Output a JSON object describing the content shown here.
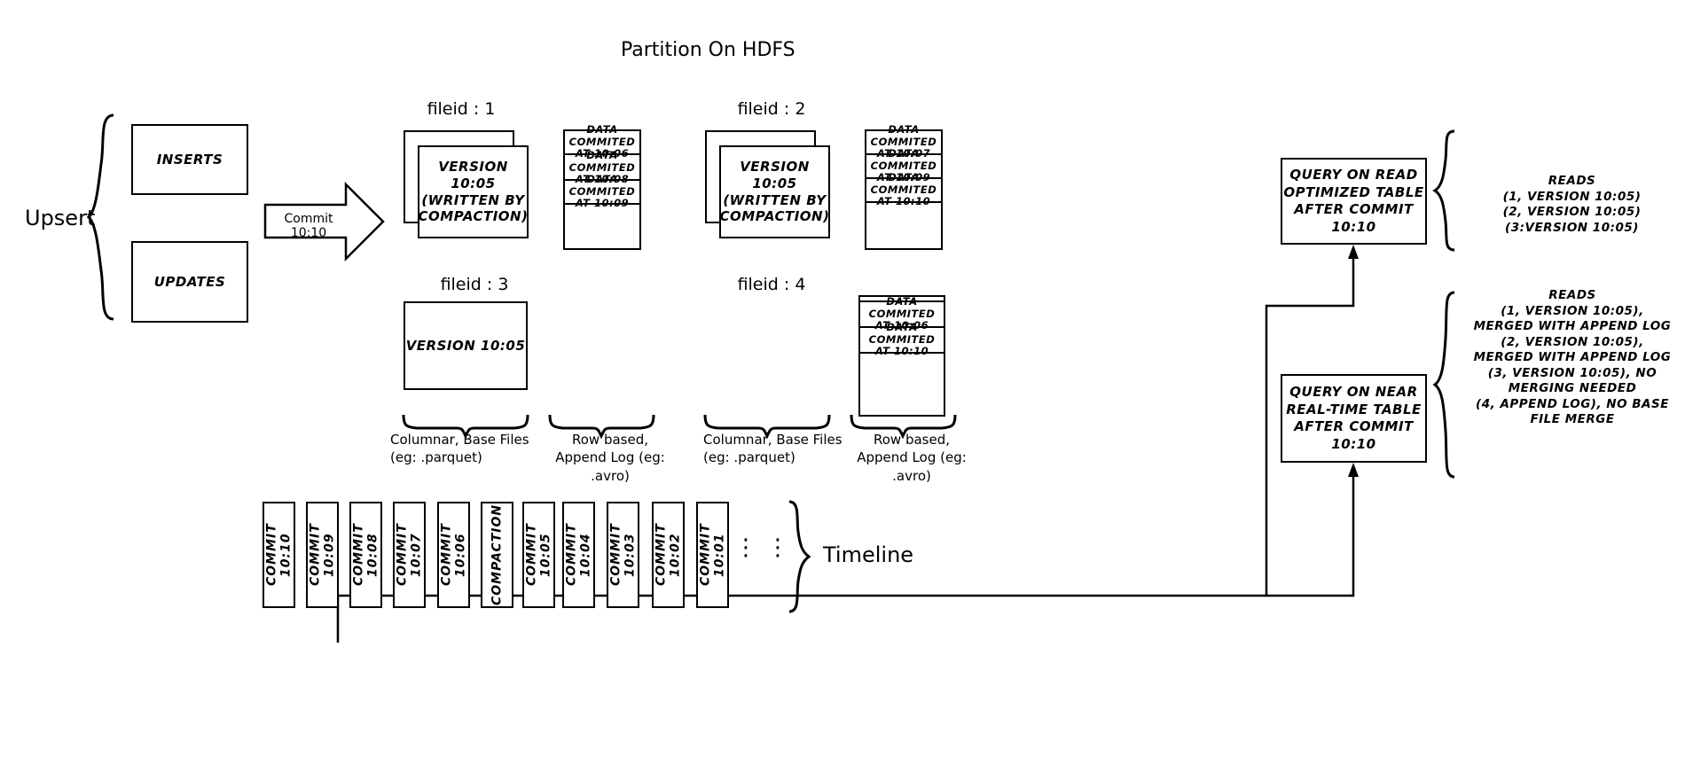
{
  "title": "Partition On HDFS",
  "left": {
    "upsert_label": "Upsert",
    "inserts_label": "INSERTS",
    "updates_label": "UPDATES",
    "commit_arrow_label": "Commit 10:10"
  },
  "fileids": [
    {
      "label": "fileid : 1",
      "base_text": "VERSION 10:05\n(WRITTEN BY\nCOMPACTION)",
      "stacked": true,
      "log_entries": [
        "DATA COMMITED\nAT 10:06",
        "DATA COMMITED\nAT 10:08",
        "DATA COMMITED\nAT 10:09"
      ]
    },
    {
      "label": "fileid : 2",
      "base_text": "VERSION 10:05\n(WRITTEN BY\nCOMPACTION)",
      "stacked": true,
      "log_entries": [
        "DATA COMMITED\nAT 10:07",
        "DATA COMMITED\nAT 10:09",
        "DATA COMMITED\nAT 10:10"
      ]
    },
    {
      "label": "fileid : 3",
      "base_text": "VERSION 10:05",
      "stacked": false,
      "log_entries": []
    },
    {
      "label": "fileid : 4",
      "base_text": "",
      "stacked": false,
      "log_entries": [
        "DATA COMMITED\nAT 10:06",
        "DATA COMMITED\nAT 10:10"
      ]
    }
  ],
  "captions": {
    "columnar_left": "Columnar, Base Files\n(eg: .parquet)",
    "rowlog_left": "Row based,\nAppend Log  (eg:\n.avro)",
    "columnar_right": "Columnar, Base Files\n(eg: .parquet)",
    "rowlog_right": "Row based,\nAppend Log  (eg:\n.avro)"
  },
  "queries": [
    {
      "box_text": "QUERY ON READ\nOPTIMIZED TABLE\nAFTER COMMIT\n10:10",
      "reads_title": "READS",
      "reads_lines": [
        "(1, VERSION 10:05)",
        "(2, VERSION 10:05)",
        "(3:VERSION 10:05)"
      ]
    },
    {
      "box_text": "QUERY ON NEAR\nREAL-TIME TABLE\nAFTER COMMIT\n10:10",
      "reads_title": "READS",
      "reads_lines": [
        "(1, VERSION 10:05),",
        "MERGED WITH APPEND LOG",
        "(2, VERSION 10:05),",
        "MERGED WITH APPEND LOG",
        "(3, VERSION 10:05), NO",
        "MERGING NEEDED",
        "(4, APPEND LOG), NO BASE",
        "FILE MERGE"
      ]
    }
  ],
  "timeline": {
    "label": "Timeline",
    "ellipsis": "⋮",
    "items": [
      "COMMIT  10:10",
      "COMMIT  10:09",
      "COMMIT  10:08",
      "COMMIT  10:07",
      "COMMIT  10:06",
      "COMPACTION",
      "COMMIT  10:05",
      "COMMIT  10:04",
      "COMMIT  10:03",
      "COMMIT  10:02",
      "COMMIT  10:01"
    ]
  },
  "colors": {
    "stroke": "#000000",
    "background": "#ffffff"
  }
}
